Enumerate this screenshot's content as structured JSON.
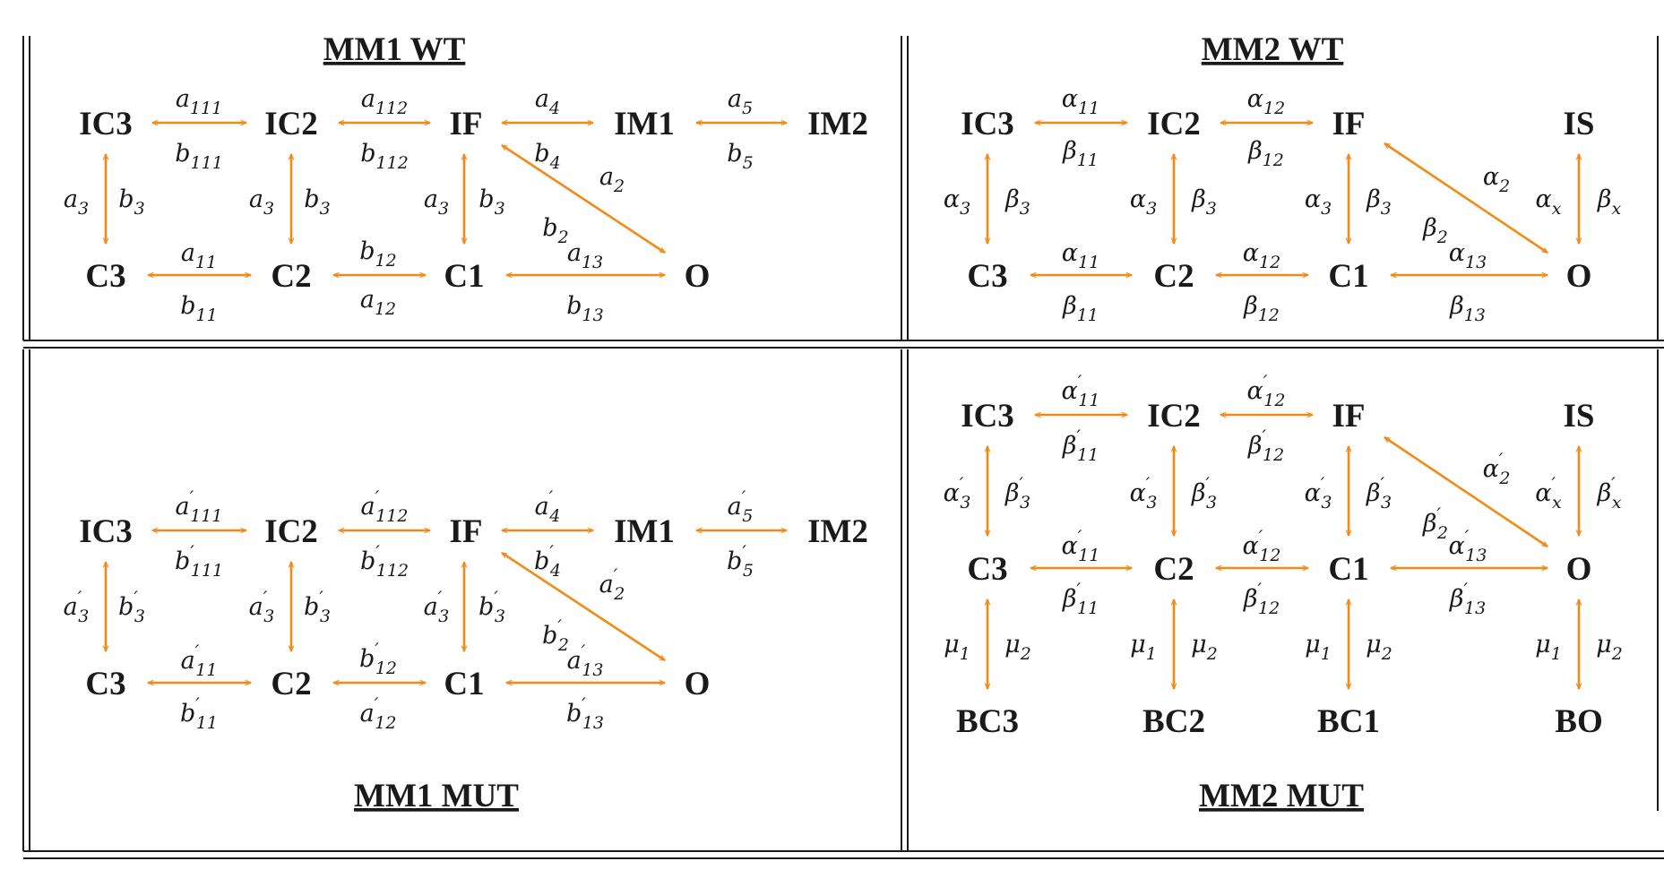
{
  "panels": [
    {
      "title": "MM1 WT",
      "nodes": [
        {
          "id": "IC3",
          "label": "IC3"
        },
        {
          "id": "IC2",
          "label": "IC2"
        },
        {
          "id": "IF",
          "label": "IF"
        },
        {
          "id": "IM1",
          "label": "IM1"
        },
        {
          "id": "IM2",
          "label": "IM2"
        },
        {
          "id": "C3",
          "label": "C3"
        },
        {
          "id": "C2",
          "label": "C2"
        },
        {
          "id": "C1",
          "label": "C1"
        },
        {
          "id": "O",
          "label": "O"
        }
      ],
      "edges": [
        {
          "from": "IC3",
          "to": "IC2",
          "labels": [
            "a111",
            "b111"
          ]
        },
        {
          "from": "IC2",
          "to": "IF",
          "labels": [
            "a112",
            "b112"
          ]
        },
        {
          "from": "IF",
          "to": "IM1",
          "labels": [
            "a4",
            "b4"
          ]
        },
        {
          "from": "IM1",
          "to": "IM2",
          "labels": [
            "a5",
            "b5"
          ]
        },
        {
          "from": "IC3",
          "to": "C3",
          "labels": [
            "a3",
            "b3"
          ]
        },
        {
          "from": "IC2",
          "to": "C2",
          "labels": [
            "a3",
            "b3"
          ]
        },
        {
          "from": "IF",
          "to": "C1",
          "labels": [
            "a3",
            "b3"
          ]
        },
        {
          "from": "IF",
          "to": "O",
          "labels": [
            "a2",
            "b2"
          ]
        },
        {
          "from": "C3",
          "to": "C2",
          "labels": [
            "a11",
            "b11"
          ]
        },
        {
          "from": "C2",
          "to": "C1",
          "labels": [
            "b12",
            "a12"
          ]
        },
        {
          "from": "C1",
          "to": "O",
          "labels": [
            "a13",
            "b13"
          ]
        }
      ]
    },
    {
      "title": "MM2 WT",
      "nodes": [
        {
          "id": "IC3",
          "label": "IC3"
        },
        {
          "id": "IC2",
          "label": "IC2"
        },
        {
          "id": "IF",
          "label": "IF"
        },
        {
          "id": "IS",
          "label": "IS"
        },
        {
          "id": "C3",
          "label": "C3"
        },
        {
          "id": "C2",
          "label": "C2"
        },
        {
          "id": "C1",
          "label": "C1"
        },
        {
          "id": "O",
          "label": "O"
        }
      ],
      "edges": [
        {
          "from": "IC3",
          "to": "IC2",
          "labels": [
            "α11",
            "β11"
          ]
        },
        {
          "from": "IC2",
          "to": "IF",
          "labels": [
            "α12",
            "β12"
          ]
        },
        {
          "from": "IC3",
          "to": "C3",
          "labels": [
            "α3",
            "β3"
          ]
        },
        {
          "from": "IC2",
          "to": "C2",
          "labels": [
            "α3",
            "β3"
          ]
        },
        {
          "from": "IF",
          "to": "C1",
          "labels": [
            "α3",
            "β3"
          ]
        },
        {
          "from": "IF",
          "to": "O",
          "labels": [
            "α2",
            "β2"
          ]
        },
        {
          "from": "IS",
          "to": "O",
          "labels": [
            "αx",
            "βx"
          ]
        },
        {
          "from": "C3",
          "to": "C2",
          "labels": [
            "α11",
            "β11"
          ]
        },
        {
          "from": "C2",
          "to": "C1",
          "labels": [
            "α12",
            "β12"
          ]
        },
        {
          "from": "C1",
          "to": "O",
          "labels": [
            "α13",
            "β13"
          ]
        }
      ]
    },
    {
      "title": "MM1 MUT",
      "nodes": [
        {
          "id": "IC3",
          "label": "IC3"
        },
        {
          "id": "IC2",
          "label": "IC2"
        },
        {
          "id": "IF",
          "label": "IF"
        },
        {
          "id": "IM1",
          "label": "IM1"
        },
        {
          "id": "IM2",
          "label": "IM2"
        },
        {
          "id": "C3",
          "label": "C3"
        },
        {
          "id": "C2",
          "label": "C2"
        },
        {
          "id": "C1",
          "label": "C1"
        },
        {
          "id": "O",
          "label": "O"
        }
      ],
      "edges": [
        {
          "from": "IC3",
          "to": "IC2",
          "labels": [
            "a′111",
            "b′111"
          ]
        },
        {
          "from": "IC2",
          "to": "IF",
          "labels": [
            "a′112",
            "b′112"
          ]
        },
        {
          "from": "IF",
          "to": "IM1",
          "labels": [
            "a′4",
            "b′4"
          ]
        },
        {
          "from": "IM1",
          "to": "IM2",
          "labels": [
            "a′5",
            "b′5"
          ]
        },
        {
          "from": "IC3",
          "to": "C3",
          "labels": [
            "a′3",
            "b′3"
          ]
        },
        {
          "from": "IC2",
          "to": "C2",
          "labels": [
            "a′3",
            "b′3"
          ]
        },
        {
          "from": "IF",
          "to": "C1",
          "labels": [
            "a′3",
            "b′3"
          ]
        },
        {
          "from": "IF",
          "to": "O",
          "labels": [
            "a′2",
            "b′2"
          ]
        },
        {
          "from": "C3",
          "to": "C2",
          "labels": [
            "a′11",
            "b′11"
          ]
        },
        {
          "from": "C2",
          "to": "C1",
          "labels": [
            "b′12",
            "a′12"
          ]
        },
        {
          "from": "C1",
          "to": "O",
          "labels": [
            "a′13",
            "b′13"
          ]
        }
      ]
    },
    {
      "title": "MM2 MUT",
      "nodes": [
        {
          "id": "IC3",
          "label": "IC3"
        },
        {
          "id": "IC2",
          "label": "IC2"
        },
        {
          "id": "IF",
          "label": "IF"
        },
        {
          "id": "IS",
          "label": "IS"
        },
        {
          "id": "C3",
          "label": "C3"
        },
        {
          "id": "C2",
          "label": "C2"
        },
        {
          "id": "C1",
          "label": "C1"
        },
        {
          "id": "O",
          "label": "O"
        },
        {
          "id": "BC3",
          "label": "BC3"
        },
        {
          "id": "BC2",
          "label": "BC2"
        },
        {
          "id": "BC1",
          "label": "BC1"
        },
        {
          "id": "BO",
          "label": "BO"
        }
      ],
      "edges": [
        {
          "from": "IC3",
          "to": "IC2",
          "labels": [
            "α′11",
            "β′11"
          ]
        },
        {
          "from": "IC2",
          "to": "IF",
          "labels": [
            "α′12",
            "β′12"
          ]
        },
        {
          "from": "IC3",
          "to": "C3",
          "labels": [
            "α′3",
            "β′3"
          ]
        },
        {
          "from": "IC2",
          "to": "C2",
          "labels": [
            "α′3",
            "β′3"
          ]
        },
        {
          "from": "IF",
          "to": "C1",
          "labels": [
            "α′3",
            "β′3"
          ]
        },
        {
          "from": "IF",
          "to": "O",
          "labels": [
            "α′2",
            "β′2"
          ]
        },
        {
          "from": "IS",
          "to": "O",
          "labels": [
            "α′x",
            "β′x"
          ]
        },
        {
          "from": "C3",
          "to": "C2",
          "labels": [
            "α′11",
            "β′11"
          ]
        },
        {
          "from": "C2",
          "to": "C1",
          "labels": [
            "α′12",
            "β′12"
          ]
        },
        {
          "from": "C1",
          "to": "O",
          "labels": [
            "α′13",
            "β′13"
          ]
        },
        {
          "from": "C3",
          "to": "BC3",
          "labels": [
            "μ1",
            "μ2"
          ]
        },
        {
          "from": "C2",
          "to": "BC2",
          "labels": [
            "μ1",
            "μ2"
          ]
        },
        {
          "from": "C1",
          "to": "BC1",
          "labels": [
            "μ1",
            "μ2"
          ]
        },
        {
          "from": "O",
          "to": "BO",
          "labels": [
            "μ1",
            "μ2"
          ]
        }
      ]
    }
  ],
  "colors": {
    "arrow": "#f28a17",
    "text": "#1a1a1a",
    "border": "#1a1a1a"
  }
}
